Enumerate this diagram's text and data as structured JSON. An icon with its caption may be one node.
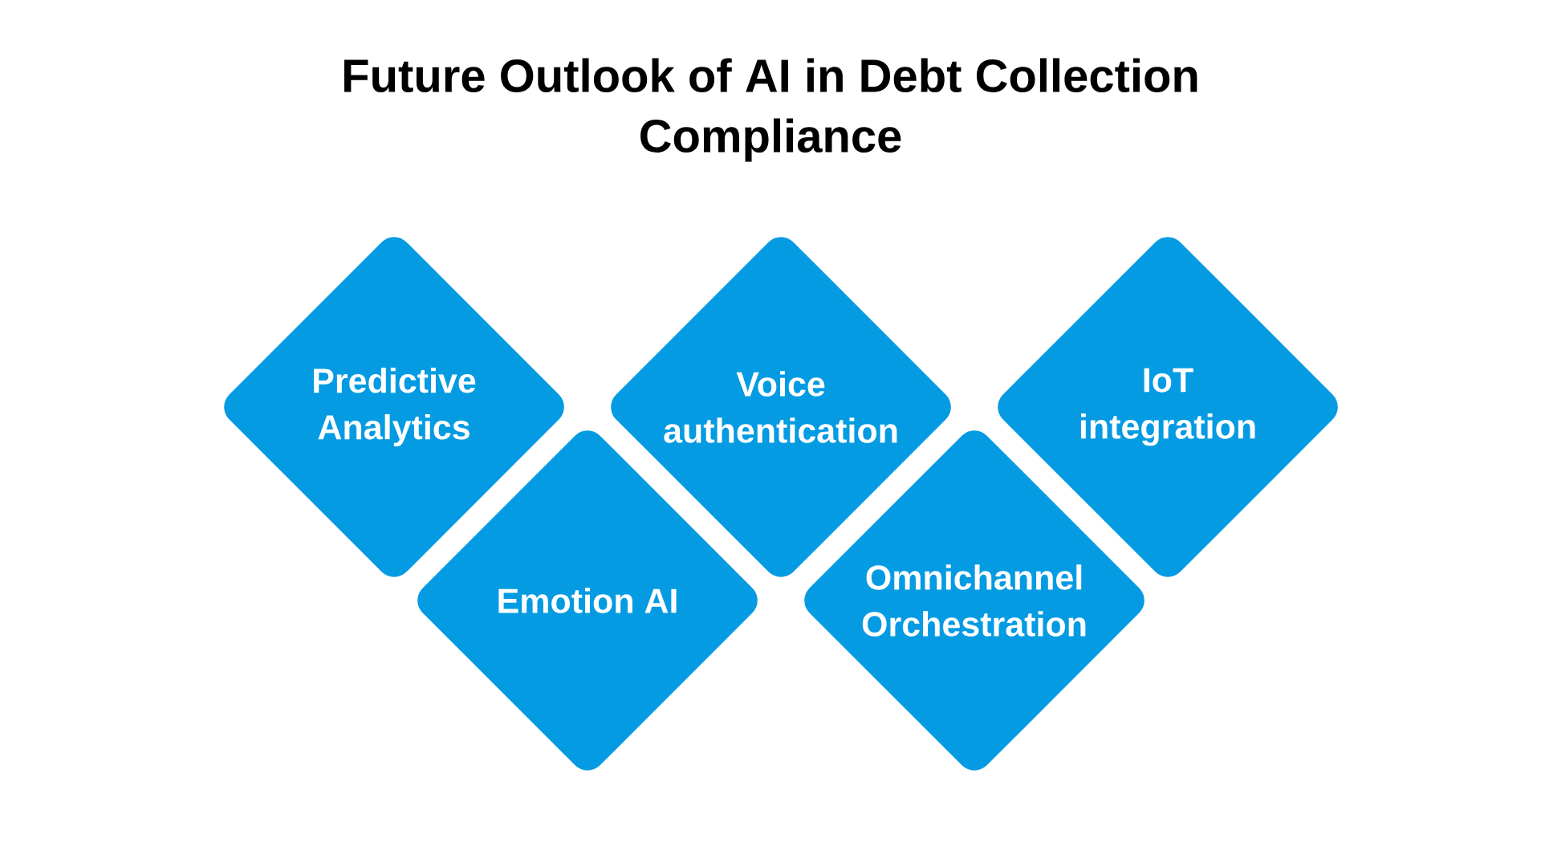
{
  "diagram": {
    "title": "Future Outlook of AI in Debt Collection Compliance",
    "nodes": [
      {
        "text": [
          "Predictive Analytics"
        ]
      },
      {
        "text": [
          "Emotion AI"
        ]
      },
      {
        "text": [
          "Voice authentication"
        ]
      },
      {
        "text": [
          "Omnichannel Orchestration"
        ]
      },
      {
        "text": [
          "IoT integration"
        ]
      }
    ]
  }
}
